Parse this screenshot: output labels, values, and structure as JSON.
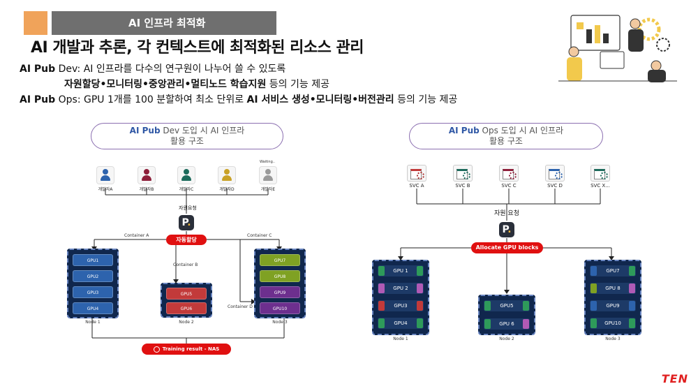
{
  "header": {
    "section_title": "AI 인프라 최적화",
    "headline": "AI 개발과 추론, 각 컨텍스트에 최적화된 리소스 관리"
  },
  "description": {
    "dev_bold": "AI Pub",
    "dev_text": " Dev: AI 인프라를 다수의 연구원이 나누어 쓸 수 있도록",
    "dev_line2_bold": "자원할당•모니터링•중앙관리•멀티노드 학습지원",
    "dev_line2_text": " 등의 기능 제공",
    "ops_bold": "AI Pub",
    "ops_text": " Ops: GPU 1개를 100 분할하여 최소 단위로 ",
    "ops_bold2": "AI 서비스 생성•모니터링•버전관리",
    "ops_text2": " 등의 기능 제공"
  },
  "dev_diagram": {
    "title_bold": "AI Pub",
    "title_rest": " Dev 도입 시 AI 인프라",
    "title_line2": "활용 구조",
    "users": [
      "개발자A",
      "개발자B",
      "개발자C",
      "개발자D",
      "개발자E"
    ],
    "waiting": "Waiting..",
    "request": "자원요청",
    "allocate": "자동할당",
    "containers": [
      "Container A",
      "Container B",
      "Container C",
      "Container D"
    ],
    "nodes": [
      "Node 1",
      "Node 2",
      "Node 3"
    ],
    "node1_gpus": [
      "GPU1",
      "GPU2",
      "GPU3",
      "GPU4"
    ],
    "node2_gpus": [
      "GPU5",
      "GPU6"
    ],
    "node3_gpus": [
      "GPU7",
      "GPU8",
      "GPU9",
      "GPU10"
    ],
    "result": "Training result - NAS"
  },
  "ops_diagram": {
    "title_bold": "AI Pub",
    "title_rest": " Ops 도입 시 AI 인프라",
    "title_line2": "활용 구조",
    "services": [
      "SVC A",
      "SVC B",
      "SVC C",
      "SVC D",
      "SVC X..."
    ],
    "request": "자원 요청",
    "allocate": "Allocate GPU blocks",
    "nodes": [
      "Node 1",
      "Node 2",
      "Node 3"
    ],
    "node1_gpus": [
      "GPU 1",
      "GPU 2",
      "GPU3",
      "GPU4"
    ],
    "node2_gpus": [
      "GPU5",
      "GPU 6"
    ],
    "node3_gpus": [
      "GPU7",
      "GPU 8",
      "GPU9",
      "GPU10"
    ]
  },
  "brand": "TEN",
  "colors": {
    "accent_orange": "#f0a35a",
    "band_gray": "#6f6f6f",
    "alloc_red": "#e01010",
    "node_navy": "#10274d",
    "gpu_blue": "#2d63ad",
    "gpu_red": "#c23a3a",
    "gpu_green": "#7fa123",
    "gpu_purple": "#6d2f8e"
  }
}
